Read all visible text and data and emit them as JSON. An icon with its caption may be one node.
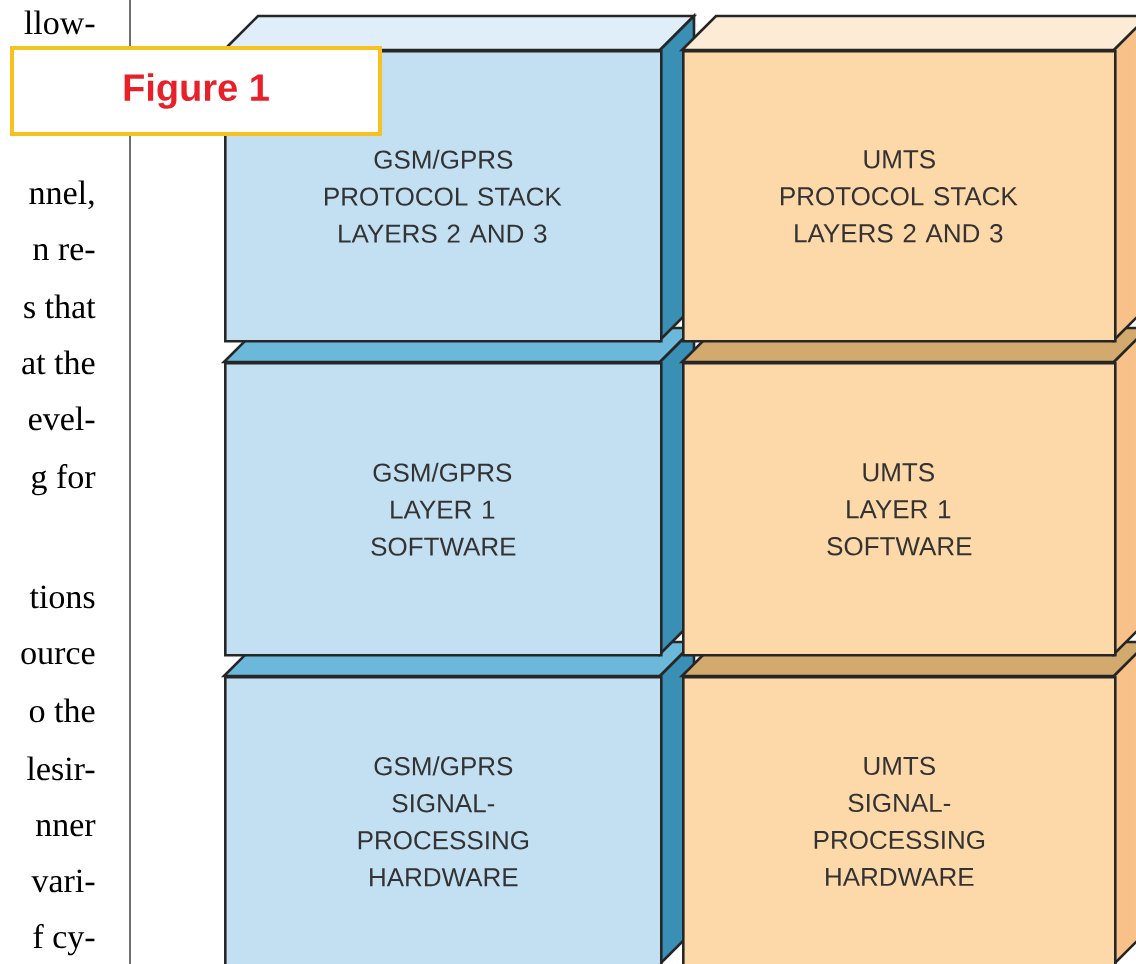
{
  "diagram": {
    "title": "Figure 1",
    "nodes": [
      {
        "text": [
          "GSM/GPRS PROTOCOL STACK LAYERS 2 AND 3"
        ]
      },
      {
        "text": [
          "GSM/GPRS LAYER 1 SOFTWARE"
        ]
      },
      {
        "text": [
          "GSM/GPRS SIGNAL- PROCESSING HARDWARE"
        ]
      },
      {
        "text": [
          "UMTS PROTOCOL STACK LAYERS 2 AND 3"
        ]
      },
      {
        "text": [
          "UMTS LAYER 1 SOFTWARE"
        ]
      },
      {
        "text": [
          "UMTS SIGNAL- PROCESSING HARDWARE"
        ]
      }
    ],
    "labels": [
      "llow-",
      "nnel,",
      "n re-",
      "s that",
      "at the",
      "evel-",
      "g for",
      "tions",
      "ource",
      "o the",
      "lesir-",
      "nner",
      "vari-",
      "f cy-"
    ]
  }
}
